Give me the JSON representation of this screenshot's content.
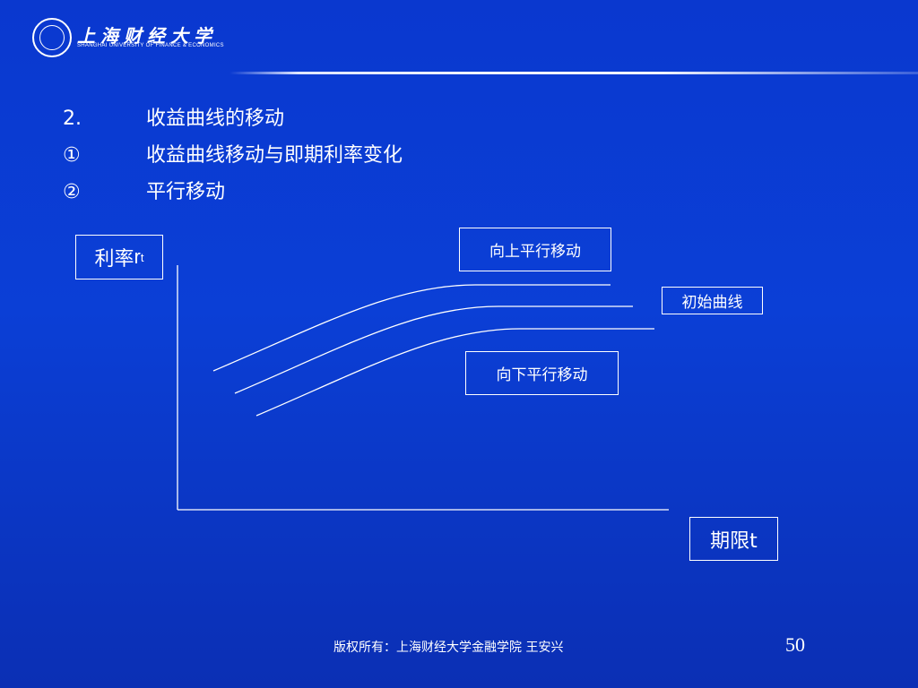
{
  "header": {
    "university_name_cn": "上海财经大学",
    "university_name_en": "SHANGHAI UNIVERSITY OF FINANCE & ECONOMICS"
  },
  "outline": [
    {
      "num": "2.",
      "text": "收益曲线的移动"
    },
    {
      "num": "①",
      "text": "收益曲线移动与即期利率变化"
    },
    {
      "num": "②",
      "text": "平行移动"
    }
  ],
  "diagram": {
    "y_axis_label": "利率",
    "y_axis_subscript_base": "r",
    "y_axis_subscript": "t",
    "x_axis_label": "期限t",
    "labels": {
      "upward": "向上平行移动",
      "initial": "初始曲线",
      "downward": "向下平行移动"
    }
  },
  "footer": {
    "copyright": "版权所有：上海财经大学金融学院 王安兴",
    "page_number": "50"
  },
  "colors": {
    "background_top": "#0a38cf",
    "background_bottom": "#0b2fb4",
    "foreground": "#ffffff"
  }
}
